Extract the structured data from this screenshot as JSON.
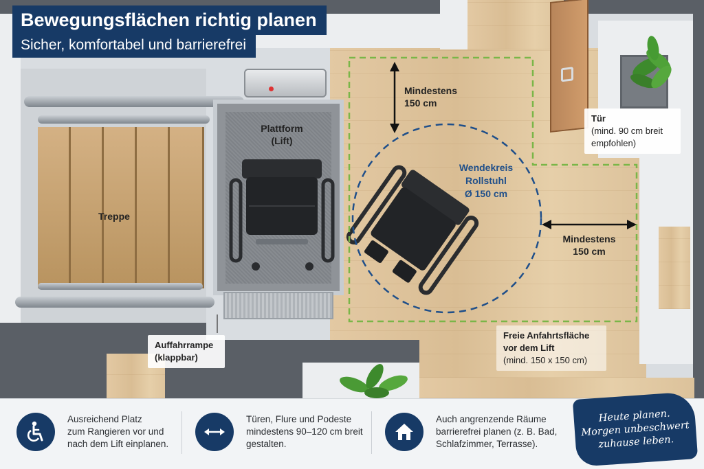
{
  "header": {
    "title": "Bewegungsflächen richtig planen",
    "subtitle": "Sicher, komfortabel und barrierefrei"
  },
  "labels": {
    "stairs": "Treppe",
    "platform_line1": "Plattform",
    "platform_line2": "(Lift)",
    "min_top_line1": "Mindestens",
    "min_top_line2": "150 cm",
    "turning_line1": "Wendekreis",
    "turning_line2": "Rollstuhl",
    "turning_line3": "Ø 150 cm",
    "min_right_line1": "Mindestens",
    "min_right_line2": "150 cm",
    "door_line1": "Tür",
    "door_line2": "(mind. 90 cm breit",
    "door_line3": "empfohlen)",
    "ramp_line1": "Auffahrrampe",
    "ramp_line2": "(klappbar)",
    "area_line1": "Freie Anfahrtsfläche",
    "area_line2": "vor dem Lift",
    "area_line3": "(mind. 150 x 150 cm)"
  },
  "info": [
    {
      "icon": "wheelchair-icon",
      "line1": "Ausreichend Platz",
      "line2": "zum Rangieren vor und",
      "line3": "nach dem Lift einplanen."
    },
    {
      "icon": "double-arrow-icon",
      "line1": "Türen, Flure und Podeste",
      "line2": "mindestens 90–120 cm breit",
      "line3": "gestalten."
    },
    {
      "icon": "house-icon",
      "line1": "Auch angrenzende Räume",
      "line2": "barrierefrei planen (z. B. Bad,",
      "line3": "Schlafzimmer, Terrasse)."
    }
  ],
  "badge": {
    "line1": "Heute planen.",
    "line2": "Morgen unbeschwert",
    "line3": "zuhause leben."
  },
  "colors": {
    "navy": "#173a66",
    "dashed_green": "#7ab648",
    "dashed_blue": "#1f4f8a"
  }
}
